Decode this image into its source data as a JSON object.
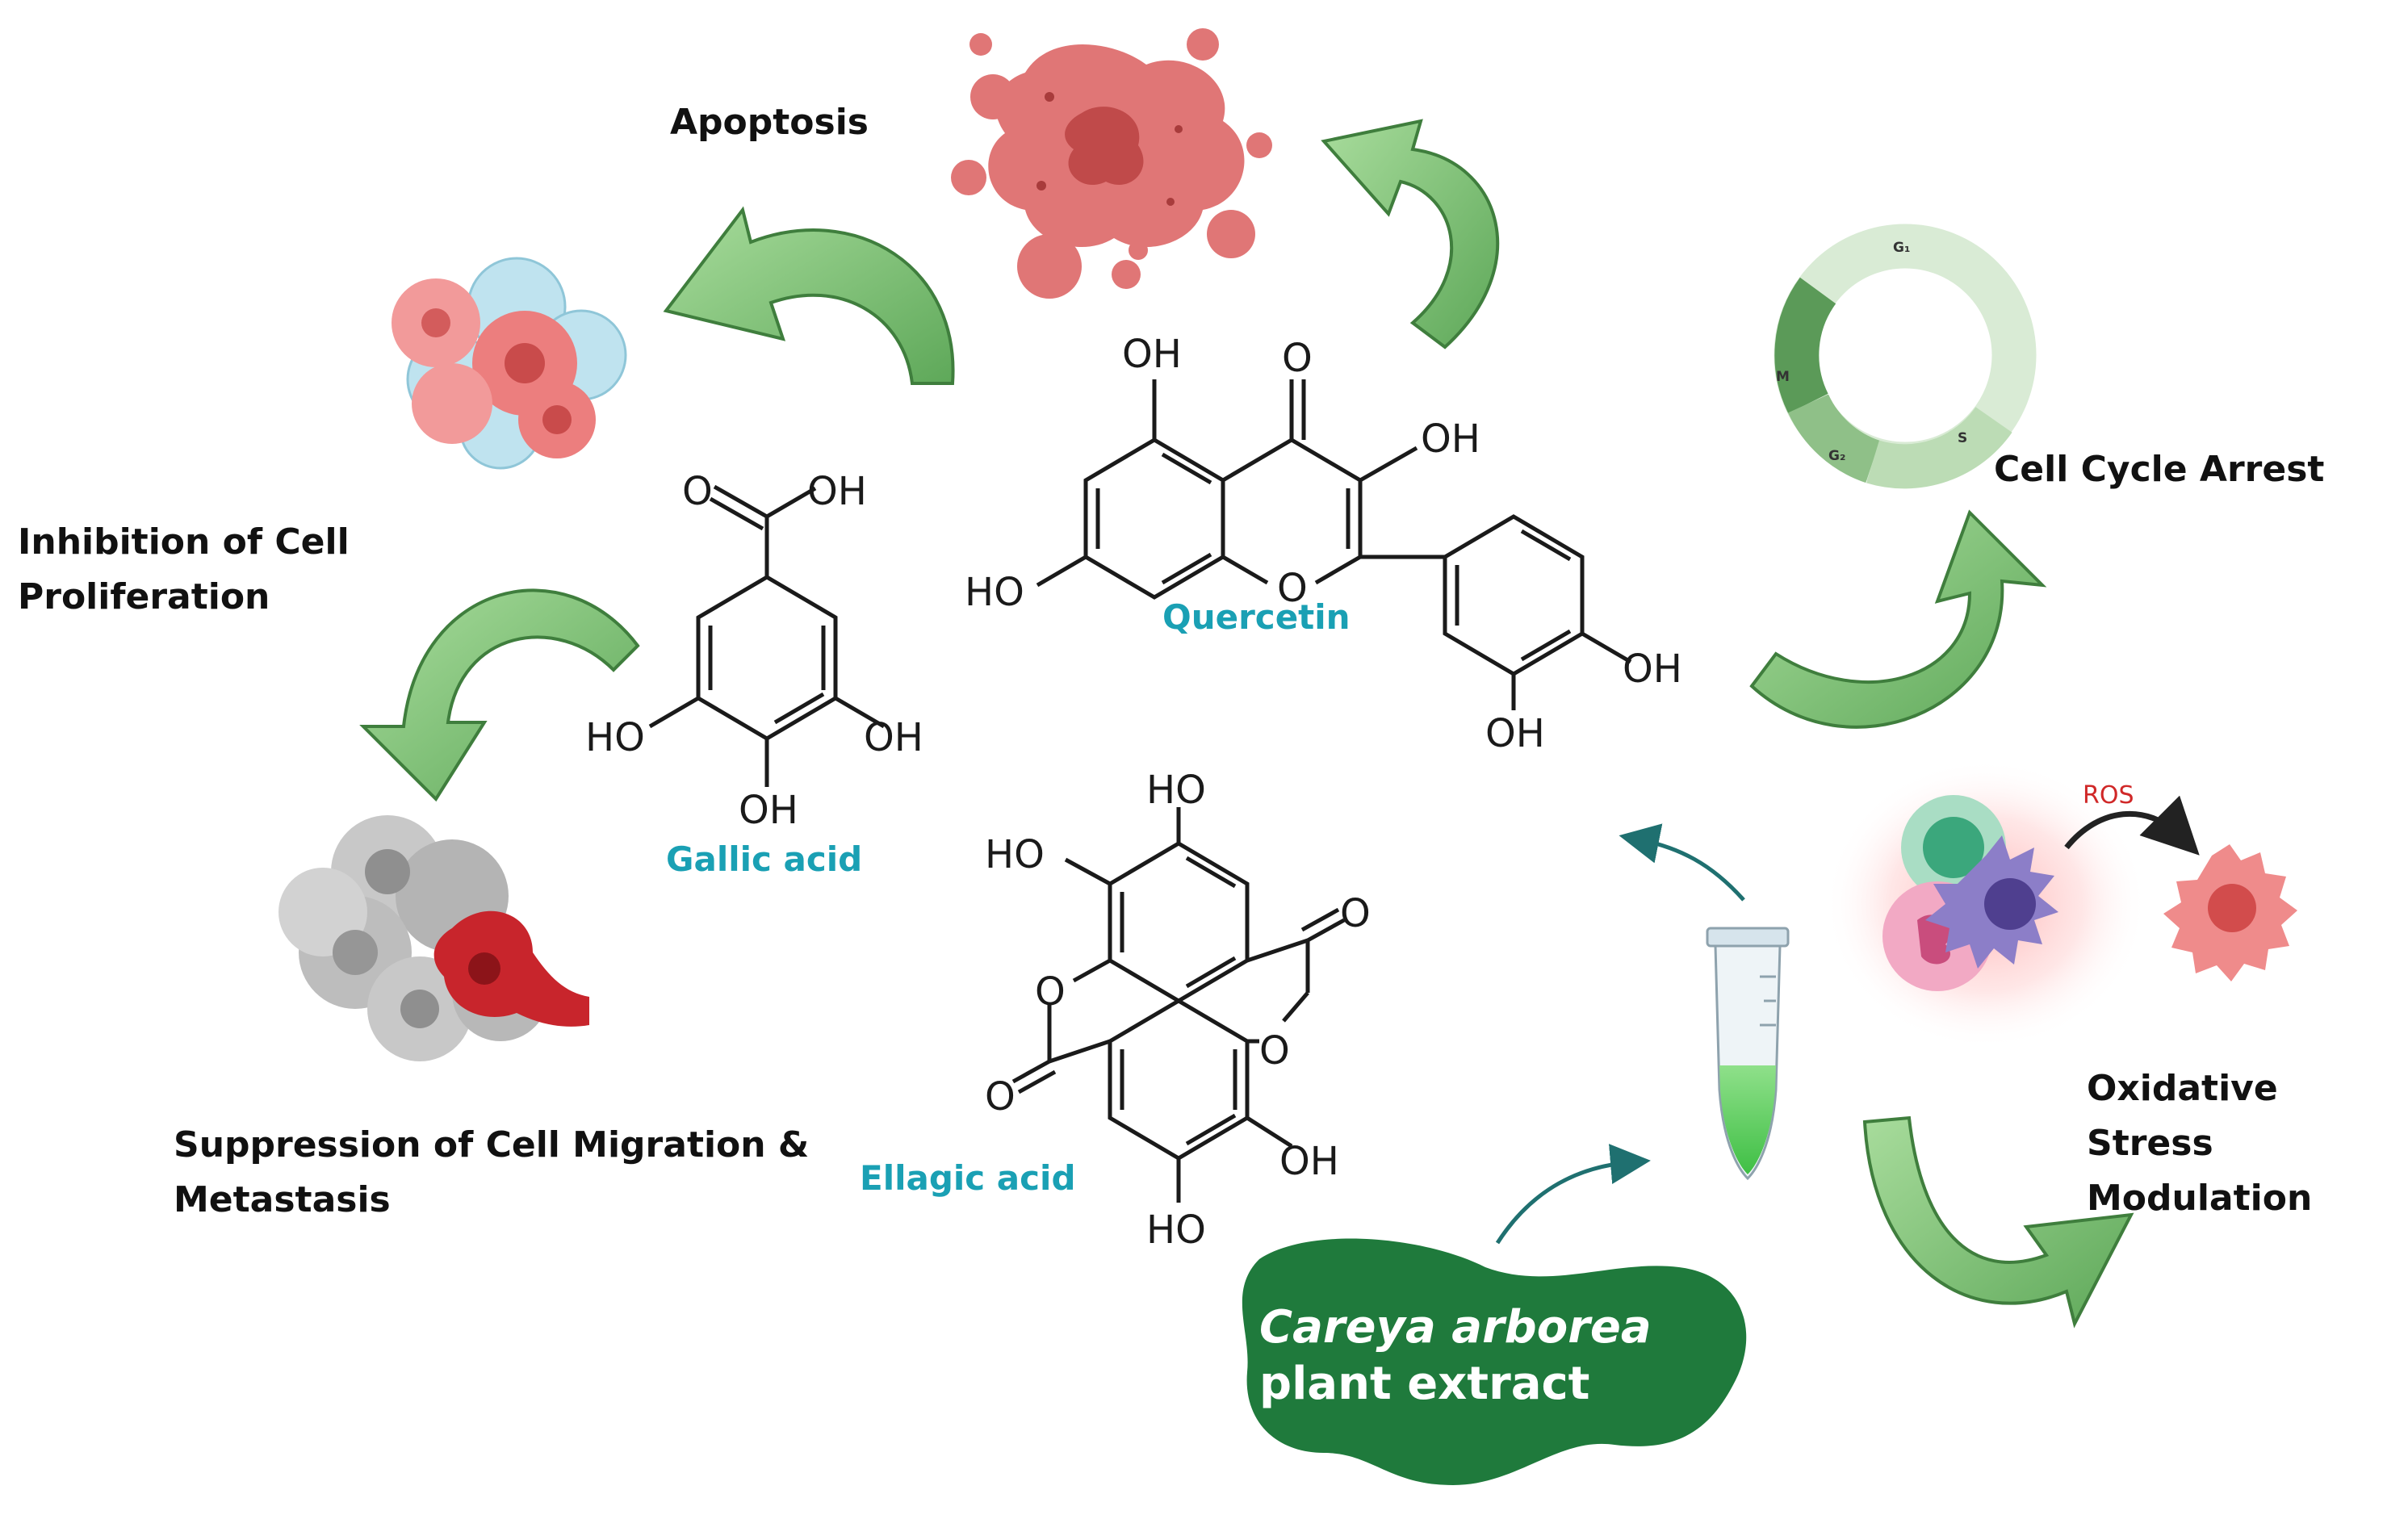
{
  "colors": {
    "compound_label": "#1aa0b4",
    "arrow_fill": "#7cc174",
    "arrow_dark": "#4e9a4b",
    "extract_blob": "#1f7a3c",
    "ros_label": "#d02828",
    "cell_pink": "#e87a7a",
    "cell_gray": "#a8a8a8",
    "cell_red": "#c8252c"
  },
  "effects": {
    "apoptosis": "Apoptosis",
    "proliferation_line1": "Inhibition of Cell",
    "proliferation_line2": "Proliferation",
    "migration_line1": "Suppression of Cell Migration &",
    "migration_line2": "Metastasis",
    "cell_cycle": "Cell Cycle Arrest",
    "oxidative_line1": "Oxidative Stress",
    "oxidative_line2": "Modulation"
  },
  "compounds": {
    "quercetin": "Quercetin",
    "gallic_acid": "Gallic acid",
    "ellagic_acid": "Ellagic acid"
  },
  "chem_groups": {
    "oh": "OH",
    "ho": "HO",
    "o": "O"
  },
  "cell_cycle_phases": {
    "g1": "G₁",
    "s": "S",
    "g2": "G₂",
    "m": "M"
  },
  "ros_label": "ROS",
  "extract": {
    "line1": "Careya arborea",
    "line2": "plant extract"
  },
  "icons": [
    "apoptotic-cell-icon",
    "proliferating-cells-icon",
    "metastasis-cells-icon",
    "cell-cycle-ring-icon",
    "immune-cells-icon",
    "damaged-cell-icon",
    "test-tube-icon",
    "plant-extract-blob-icon",
    "curved-arrow-icon"
  ]
}
